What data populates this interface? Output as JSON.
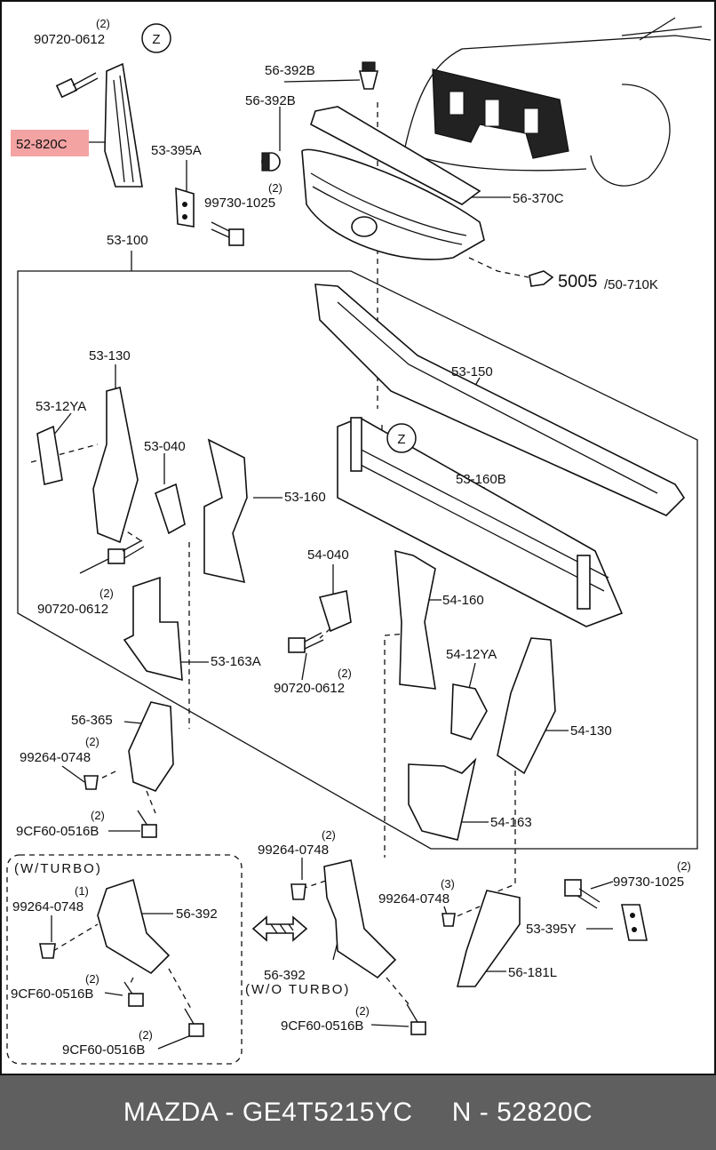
{
  "labels": {
    "l_90720_0612_top": "90720-0612",
    "q2a": "(2)",
    "z_top": "Z",
    "l_52_820c": "52-820C",
    "l_56_392b_1": "56-392B",
    "l_56_392b_2": "56-392B",
    "l_53_395a": "53-395A",
    "l_99730_1025_a": "99730-1025",
    "q2b": "(2)",
    "l_56_370c": "56-370C",
    "l_53_100": "53-100",
    "l_5005": "5005",
    "l_50_710k": "/50-710K",
    "l_53_130": "53-130",
    "l_53_150": "53-150",
    "l_53_12ya": "53-12YA",
    "l_53_040": "53-040",
    "z_mid": "Z",
    "l_53_160": "53-160",
    "l_53_160b": "53-160B",
    "l_54_040": "54-040",
    "l_90720_0612_mid": "90720-0612",
    "q2c": "(2)",
    "l_54_160": "54-160",
    "l_53_163a": "53-163A",
    "l_90720_0612_low": "90720-0612",
    "q2d": "(2)",
    "l_54_12ya": "54-12YA",
    "l_56_365": "56-365",
    "l_54_130": "54-130",
    "l_99264_0748_a": "99264-0748",
    "q2e": "(2)",
    "l_54_163": "54-163",
    "l_9cf60_0516b_a": "9CF60-0516B",
    "q2f": "(2)",
    "l_99264_0748_b": "99264-0748",
    "q2g": "(2)",
    "l_99730_1025_b": "99730-1025",
    "q2h": "(2)",
    "l_w_turbo": "(W/TURBO)",
    "l_99264_0748_c": "99264-0748",
    "q1": "(1)",
    "l_56_392_turbo": "56-392",
    "l_99264_0748_d": "99264-0748",
    "q3": "(3)",
    "l_53_395y": "53-395Y",
    "l_56_392": "56-392",
    "l_wo_turbo": "(W/O  TURBO)",
    "l_56_181l": "56-181L",
    "l_9cf60_0516b_b": "9CF60-0516B",
    "q2i": "(2)",
    "l_9cf60_0516b_c": "9CF60-0516B",
    "q2j": "(2)",
    "l_9cf60_0516b_d": "9CF60-0516B",
    "q2k": "(2)"
  },
  "highlight_color": "#f4a3a3",
  "footer": {
    "text": "MAZDA - GE4T5215YC     N - 52820C",
    "background": "#5f5f5f",
    "color": "#ffffff"
  }
}
